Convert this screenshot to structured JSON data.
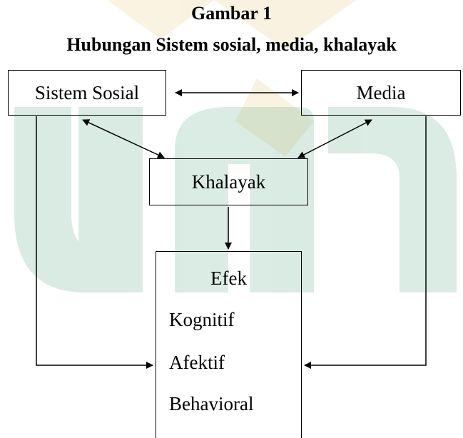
{
  "figure": {
    "label": "Gambar 1",
    "title": "Hubungan Sistem sosial, media, khalayak"
  },
  "nodes": {
    "sistem_sosial": "Sistem Sosial",
    "media": "Media",
    "khalayak": "Khalayak",
    "efek": {
      "title": "Efek",
      "items": [
        "Kognitif",
        "Afektif",
        "Behavioral"
      ]
    }
  },
  "edges": [
    {
      "from": "Sistem Sosial",
      "to": "Media",
      "direction": "both"
    },
    {
      "from": "Sistem Sosial",
      "to": "Khalayak",
      "direction": "both"
    },
    {
      "from": "Media",
      "to": "Khalayak",
      "direction": "both"
    },
    {
      "from": "Khalayak",
      "to": "Efek",
      "direction": "forward"
    },
    {
      "from": "Sistem Sosial",
      "to": "Afektif",
      "direction": "forward"
    },
    {
      "from": "Media",
      "to": "Afektif",
      "direction": "forward"
    }
  ],
  "colors": {
    "watermark_green": "#1f8a5a",
    "watermark_gold": "#d6a21c"
  }
}
